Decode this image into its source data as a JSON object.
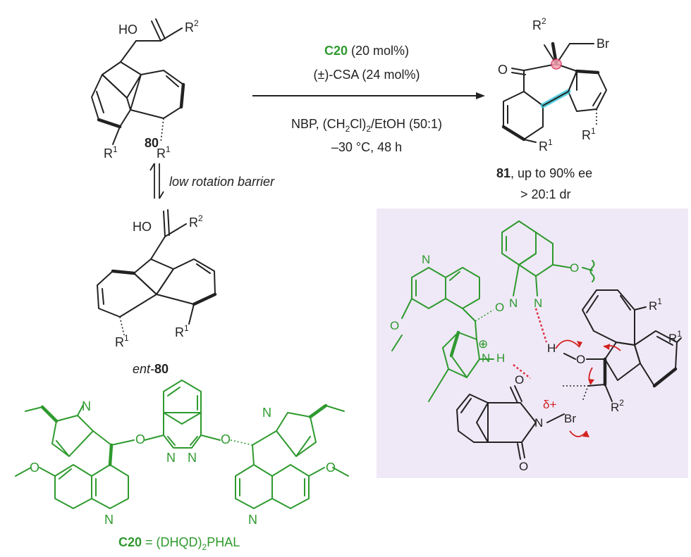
{
  "compounds": {
    "substrate": {
      "label": "80",
      "oh": "HO",
      "r2": "R",
      "r2_sup": "2",
      "r1": "R",
      "r1_sup": "1"
    },
    "product": {
      "label": "81",
      "label_suffix": ", up to 90% ee",
      "dr": "> 20:1 dr",
      "o": "O",
      "br": "Br",
      "r2": "R",
      "r2_sup": "2",
      "r1": "R",
      "r1_sup": "1"
    },
    "enantiomer": {
      "prefix": "ent-",
      "label": "80",
      "oh": "HO",
      "r2": "R",
      "r2_sup": "2",
      "r1": "R",
      "r1_sup": "1"
    }
  },
  "reaction": {
    "catalyst": "C20",
    "catalyst_load": " (20 mol%)",
    "acid": "(±)-CSA (24 mol%)",
    "reagents_a": "NBP, (CH",
    "reagents_sub1": "2",
    "reagents_b": "Cl)",
    "reagents_sub2": "2",
    "reagents_c": "/EtOH (50:1)",
    "conditions": "–30 °C, 48 h",
    "equilibrium_note": "low rotation barrier"
  },
  "catalyst_structure": {
    "n": "N",
    "o": "O",
    "label": "C20",
    "equals": " = (DHQD)",
    "sub": "2",
    "suffix": "PHAL"
  },
  "ts_model": {
    "n": "N",
    "o": "O",
    "h": "H",
    "br": "Br",
    "plus": "⊕",
    "delta": "δ+",
    "r1": "R",
    "r1_sup": "1",
    "r2": "R",
    "r2_sup": "2",
    "background": "#efe9f7"
  },
  "colors": {
    "catalyst": "#2e9a2e",
    "arrows": "#d42020",
    "highlight": "#e03060",
    "bond_highlight": "#3ec7d9"
  }
}
